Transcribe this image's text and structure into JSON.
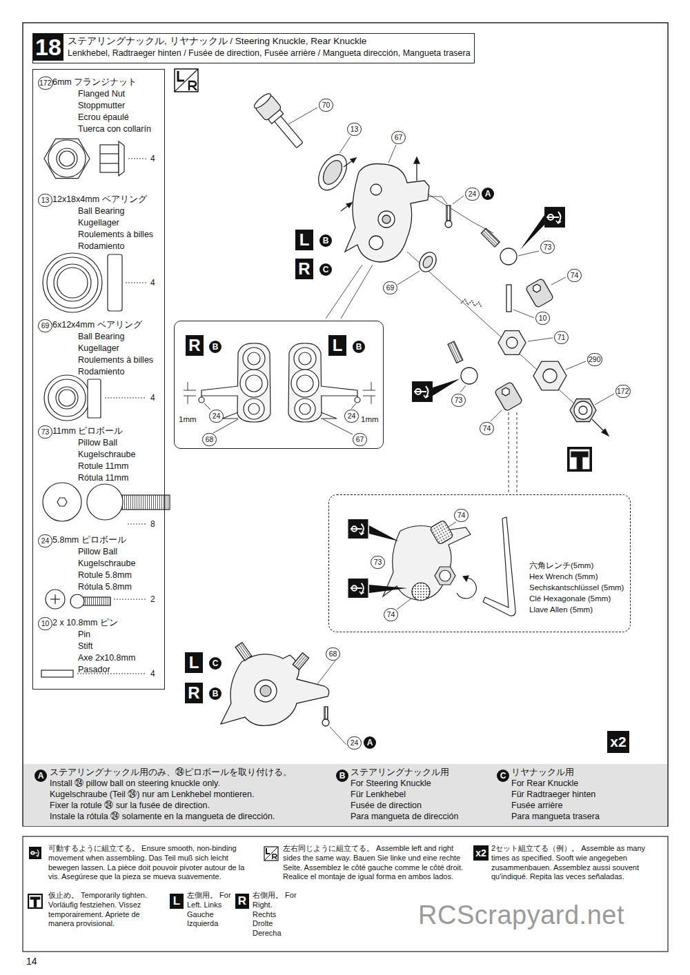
{
  "diagram": {
    "nodes": [
      {
        "text": [
          "18",
          "ステアリングナックル, リヤナックル / Steering Knuckle, Rear Knuckle",
          "Lenkhebel, Radtraeger hinten / Fusée de direction, Fusée arrière / Mangueta dirección, Mangueta trasera"
        ]
      },
      {
        "text": [
          "172",
          "6mm フランジナット",
          "Flanged Nut",
          "Stoppmutter",
          "Ecrou épaulé",
          "Tuerca con collarín",
          "4",
          "13",
          "12x18x4mm ベアリング",
          "Ball Bearing",
          "Kugellager",
          "Roulements à billes",
          "Rodamiento",
          "4",
          "69",
          "6x12x4mm ベアリング",
          "Ball Bearing",
          "Kugellager",
          "Roulements à billes",
          "Rodamiento",
          "4",
          "73",
          "11mm ピロボール",
          "Pillow Ball",
          "Kugelschraube",
          "Rotule 11mm",
          "Rótula 11mm",
          "8",
          "24",
          "5.8mm ピロボール",
          "Pillow Ball",
          "Kugelschraube",
          "Rotule 5.8mm",
          "Rótula 5.8mm",
          "2",
          "10",
          "2 x 10.8mm ピン",
          "Pin",
          "Stift",
          "Axe 2x10.8mm",
          "Pasador",
          "4"
        ]
      },
      {
        "text": [
          "R",
          "B",
          "L",
          "B",
          "1mm",
          "24",
          "68",
          "24",
          "67",
          "1mm"
        ]
      },
      {
        "text": [
          "74",
          "73",
          "74",
          "六角レンチ(5mm)",
          "Hex Wrench (5mm)",
          "Sechskantschlüssel (5mm)",
          "Clé Hexagonale (5mm)",
          "Llave Allen (5mm)"
        ]
      },
      {
        "text": [
          "A",
          "ステアリングナックル用のみ、㉔ピロボールを取り付ける。",
          "Install ㉔ pillow ball on steering knuckle only.",
          "Kugelschraube (Teil ㉔) nur am Lenkhebel montieren.",
          "Fixer la rotule ㉔ sur la fusée de direction.",
          "Instale la rótula ㉔ solamente en la mangueta de dirección.",
          "B",
          "ステアリングナックル用",
          "For Steering Knuckle",
          "Für Lenkhebel",
          "Fusée de direction",
          "Para mangueta de dirección",
          "C",
          "リヤナックル用",
          "For Rear Knuckle",
          "Für Radtraeger hinten",
          "Fusée arrière",
          "Para mangueta trasera"
        ]
      }
    ],
    "labels": [
      "70",
      "13",
      "67",
      "24",
      "A",
      "L",
      "B",
      "R",
      "C",
      "73",
      "74",
      "69",
      "10",
      "71",
      "290",
      "172",
      "73",
      "74",
      "L",
      "C",
      "R",
      "B",
      "68",
      "24",
      "A",
      "x2",
      "x2",
      "L",
      "R",
      "14",
      "RCScrapyard.net"
    ],
    "legend": [
      {
        "text": "可動するように組立てる。 Ensure smooth, non-binding movement when assembling. Das Teil muß sich leicht bewegen lassen. La pièce doit pouvoir pivoter autour de la vis. Asegúrese que la pieza se mueva suavemente."
      },
      {
        "text": "左右同じように組立てる。 Assemble left and right sides the same way. Bauen Sie linke und eine rechte Seite. Assemblez le côté gauche comme le côté droit. Realice el montaje de igual forma en ambos lados."
      },
      {
        "text": "2セット組立てる（例）。 Assemble as many times as specified. Sooft wie angegeben zusammenbauen. Assemblez aussi souvent qu'indiqué. Repita las veces señaladas."
      },
      {
        "text": "仮止め。 Temporarily tighten. Vorläufig festziehen. Vissez temporairement. Apriete de manera provisional."
      },
      {
        "text": "左側用。 For Left. Links Gauche Izquierda"
      },
      {
        "text": "右側用。 For Right. Rechts Drolte Derecha"
      }
    ]
  }
}
